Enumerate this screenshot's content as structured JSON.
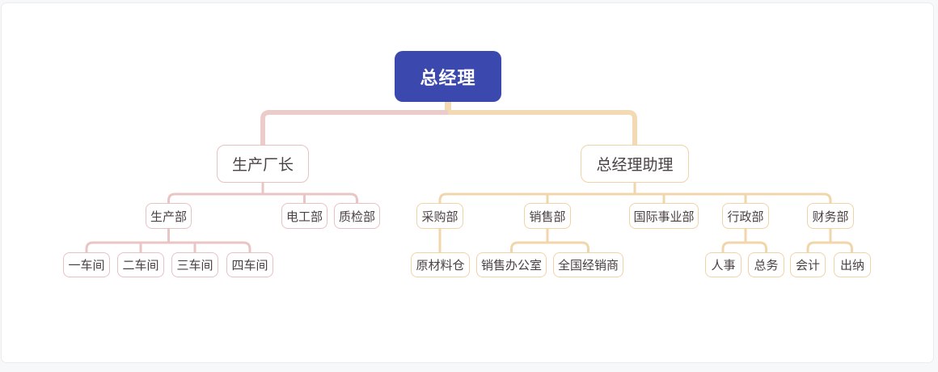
{
  "colors": {
    "root_bg": "#3b49ae",
    "root_text": "#ffffff",
    "text": "#4b4242",
    "pink_border": "#e8c2c1",
    "pink_line": "#e9c6c4",
    "pink_line_root": "#ecccca",
    "tan_border": "#f0d3a7",
    "tan_line": "#f1d6ab",
    "tan_line_root": "#f3d9b4",
    "canvas_bg": "#ffffff",
    "canvas_border": "#ebecef"
  },
  "org": {
    "root": {
      "label": "总经理"
    },
    "branches": [
      {
        "label": "生产厂长",
        "children": [
          {
            "label": "生产部",
            "children": [
              {
                "label": "一车间"
              },
              {
                "label": "二车间"
              },
              {
                "label": "三车间"
              },
              {
                "label": "四车间"
              }
            ]
          },
          {
            "label": "电工部",
            "children": []
          },
          {
            "label": "质检部",
            "children": []
          }
        ]
      },
      {
        "label": "总经理助理",
        "children": [
          {
            "label": "采购部",
            "children": [
              {
                "label": "原材料仓"
              }
            ]
          },
          {
            "label": "销售部",
            "children": [
              {
                "label": "销售办公室"
              },
              {
                "label": "全国经销商"
              }
            ]
          },
          {
            "label": "国际事业部",
            "children": []
          },
          {
            "label": "行政部",
            "children": [
              {
                "label": "人事"
              },
              {
                "label": "总务"
              }
            ]
          },
          {
            "label": "财务部",
            "children": [
              {
                "label": "会计"
              },
              {
                "label": "出纳"
              }
            ]
          }
        ]
      }
    ]
  }
}
